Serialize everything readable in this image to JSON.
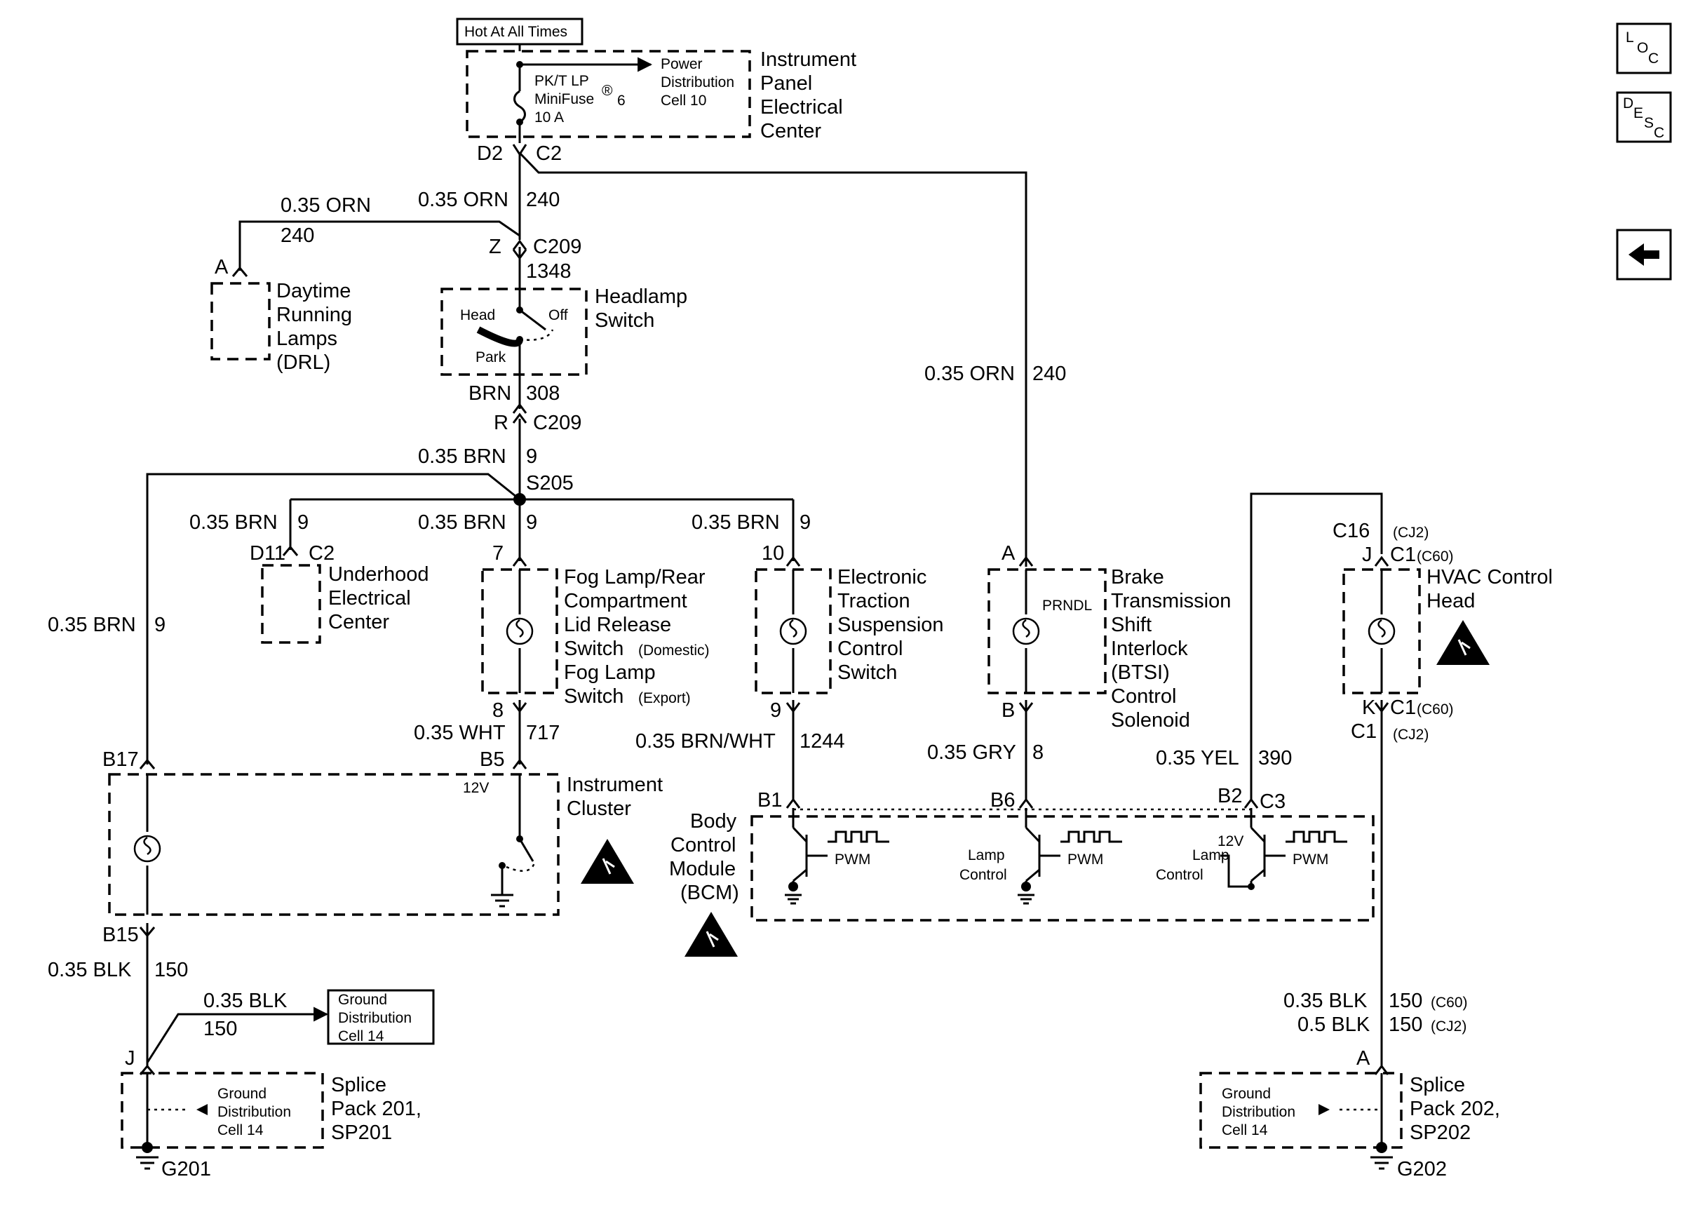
{
  "nav": {
    "loc": {
      "a": "L",
      "b": "O",
      "c": "C"
    },
    "desc": {
      "a": "D",
      "b": "E",
      "c": "S",
      "d": "C"
    }
  },
  "ipec": {
    "hot": "Hot At All Times",
    "fuse1": "PK/T LP",
    "fuse2": "MiniFuse",
    "fuse_reg": "®",
    "fuse_num": "6",
    "fuse3": "10 A",
    "pd1": "Power",
    "pd2": "Distribution",
    "pd3": "Cell 10",
    "n1": "Instrument",
    "n2": "Panel",
    "n3": "Electrical",
    "n4": "Center",
    "d2": "D2",
    "c2": "C2"
  },
  "labels": {
    "orn240_a": "0.35 ORN",
    "orn240_a_n": "240",
    "orn240_b": "0.35 ORN",
    "orn240_b_n": "240",
    "z": "Z",
    "c209a": "C209",
    "n1348": "1348",
    "drl_a": "A",
    "drl1": "Daytime",
    "drl2": "Running",
    "drl3": "Lamps",
    "drl4": "(DRL)",
    "hl1": "Headlamp",
    "hl2": "Switch",
    "head": "Head",
    "off": "Off",
    "park": "Park",
    "brn": "BRN",
    "n308": "308",
    "r": "R",
    "c209b": "C209",
    "brn9_a": "0.35 BRN",
    "n9_a": "9",
    "s205": "S205",
    "brn9_b": "0.35 BRN",
    "n9_b": "9",
    "d11": "D11",
    "uh_c2": "C2",
    "uh1": "Underhood",
    "uh2": "Electrical",
    "uh3": "Center",
    "brn9_c": "0.35 BRN",
    "n9_c": "9",
    "fog_7": "7",
    "fog1": "Fog Lamp/Rear",
    "fog2": "Compartment",
    "fog3": "Lid Release",
    "fog4": "Switch",
    "fog4s": "(Domestic)",
    "fog5": "Fog Lamp",
    "fog6": "Switch",
    "fog6s": "(Export)",
    "fog_8": "8",
    "brn9_d": "0.35 BRN",
    "n9_d": "9",
    "ets_10": "10",
    "ets1": "Electronic",
    "ets2": "Traction",
    "ets3": "Suspension",
    "ets4": "Control",
    "ets5": "Switch",
    "ets_9": "9",
    "orn240_c": "0.35 ORN",
    "orn240_c_n": "240",
    "btsi_a": "A",
    "prndl": "PRNDL",
    "btsi1": "Brake",
    "btsi2": "Transmission",
    "btsi3": "Shift",
    "btsi4": "Interlock",
    "btsi5": "(BTSI)",
    "btsi6": "Control",
    "btsi7": "Solenoid",
    "btsi_b": "B",
    "brn9_e": "0.35 BRN",
    "n9_e": "9",
    "wht": "0.35 WHT",
    "n717": "717",
    "brnwht": "0.35 BRN/WHT",
    "n1244": "1244",
    "gry": "0.35 GRY",
    "n8": "8",
    "yel": "0.35 YEL",
    "n390": "390",
    "c16": "C16",
    "cj2a": "(CJ2)",
    "j": "J",
    "c1a": "C1",
    "c60a": "(C60)",
    "hvac1": "HVAC Control",
    "hvac2": "Head",
    "k": "K",
    "c1b": "C1",
    "c60b": "(C60)",
    "c1c": "C1",
    "cj2b": "(CJ2)",
    "b17": "B17",
    "b5": "B5",
    "v12a": "12V",
    "ic1": "Instrument",
    "ic2": "Cluster",
    "b15": "B15",
    "b1": "B1",
    "b6": "B6",
    "b2": "B2",
    "c3": "C3",
    "bcm1": "Body",
    "bcm2": "Control",
    "bcm3": "Module",
    "bcm4": "(BCM)",
    "pwm1": "PWM",
    "pwm2": "PWM",
    "pwm3": "PWM",
    "lc1a": "Lamp",
    "lc1b": "Control",
    "lc2a": "Lamp",
    "lc2b": "Control",
    "v12b": "12V",
    "blk150_a": "0.35 BLK",
    "n150_a": "150",
    "blk150_b": "0.35 BLK",
    "n150_b": "150",
    "gd1a": "Ground",
    "gd1b": "Distribution",
    "gd1c": "Cell 14",
    "j_sp": "J",
    "gd2a": "Ground",
    "gd2b": "Distribution",
    "gd2c": "Cell 14",
    "sp201a": "Splice",
    "sp201b": "Pack 201,",
    "sp201c": "SP201",
    "g201": "G201",
    "blk150_c": "0.35 BLK",
    "n150_c": "150",
    "c60c": "(C60)",
    "blk150_d": "0.5 BLK",
    "n150_d": "150",
    "cj2c": "(CJ2)",
    "a_sp": "A",
    "gd3a": "Ground",
    "gd3b": "Distribution",
    "gd3c": "Cell 14",
    "sp202a": "Splice",
    "sp202b": "Pack 202,",
    "sp202c": "SP202",
    "g202": "G202"
  }
}
